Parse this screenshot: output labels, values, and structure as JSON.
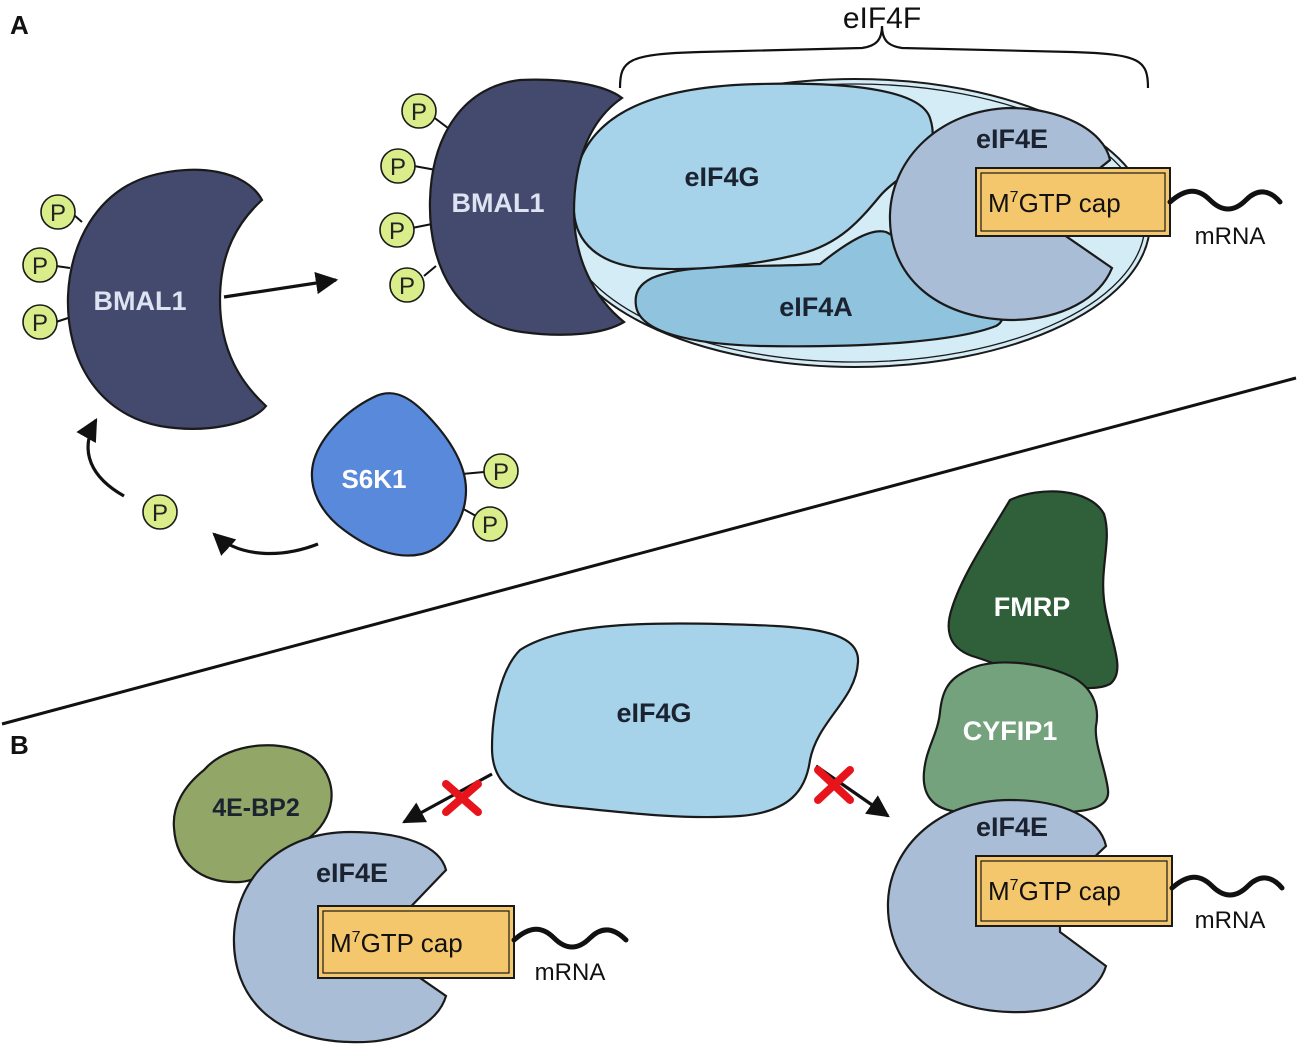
{
  "panels": {
    "a": "A",
    "b": "B"
  },
  "phospho_label": "P",
  "panel_a": {
    "complex_label": "eIF4F",
    "bmal1_free": "BMAL1",
    "bmal1_bound": "BMAL1",
    "eif4g": "eIF4G",
    "eif4a": "eIF4A",
    "eif4e": "eIF4E",
    "cap_prefix": "M",
    "cap_superscript": "7",
    "cap_suffix": "GTP cap",
    "mrna": "mRNA",
    "s6k1": "S6K1"
  },
  "panel_b": {
    "eif4g": "eIF4G",
    "bp2": "4E-BP2",
    "eif4e_left": "eIF4E",
    "eif4e_right": "eIF4E",
    "fmrp": "FMRP",
    "cyfip1": "CYFIP1",
    "cap_prefix": "M",
    "cap_superscript": "7",
    "cap_suffix": "GTP cap",
    "mrna": "mRNA"
  },
  "colors": {
    "bmal1": "#434a6e",
    "eif4g": "#a6d3ea",
    "eif4a": "#8fc3de",
    "eif4f_halo": "#d4ecf6",
    "eif4e": "#a9bdd6",
    "cap": "#f4c76d",
    "phospho": "#d9ee8a",
    "s6k1": "#5889da",
    "bp2": "#92a668",
    "cyfip1": "#74a27c",
    "fmrp": "#2f603a",
    "block": "#e8141b"
  }
}
